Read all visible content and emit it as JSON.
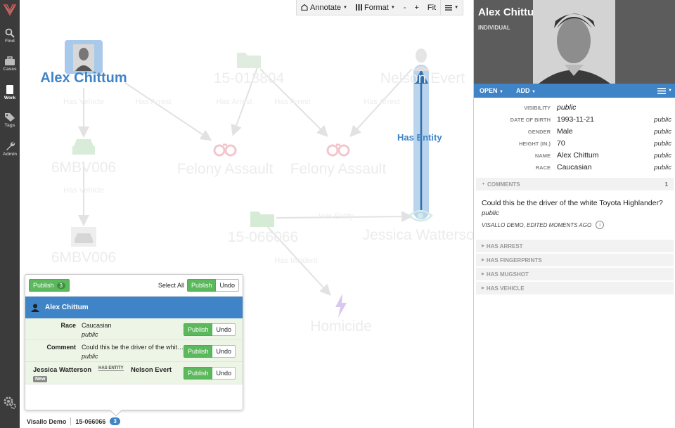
{
  "nav": {
    "items": [
      {
        "label": "Find"
      },
      {
        "label": "Cases"
      },
      {
        "label": "Work"
      },
      {
        "label": "Tags"
      },
      {
        "label": "Admin"
      }
    ]
  },
  "toolbar": {
    "annotate": "Annotate",
    "format": "Format",
    "zoom_out": "-",
    "zoom_in": "+",
    "fit": "Fit"
  },
  "graph": {
    "focus_node": "Alex Chittum",
    "nodes": [
      "15-018804",
      "Nelson Evert",
      "6MBV006",
      "Felony Assault",
      "Felony Assault",
      "6MBV006",
      "15-066066",
      "Jessica Watterson",
      "Homicide"
    ],
    "edge_labels": [
      "Has Vehicle",
      "Has Arrest",
      "Has Arrest",
      "Has Arrest",
      "Has Arrest",
      "Has Vehicle",
      "Has Entity",
      "Has Incident"
    ],
    "selected_edge_label": "Has Entity",
    "colors": {
      "focus": "#3f84c6",
      "faded": "#ececec"
    }
  },
  "publish": {
    "button_label": "Publish",
    "count": "3",
    "select_all": "Select All",
    "publish_label": "Publish",
    "undo_label": "Undo",
    "entity_name": "Alex Chittum",
    "rows": [
      {
        "key": "Race",
        "value": "Caucasian",
        "visibility": "public"
      },
      {
        "key": "Comment",
        "value": "Could this be the driver of the white Toyota Highlander?",
        "visibility": "public"
      }
    ],
    "relation": {
      "source": "Jessica Watterson",
      "label": "HAS ENTITY",
      "target": "Nelson Evert",
      "badge": "New"
    }
  },
  "footer": {
    "user": "Visallo Demo",
    "case": "15-066066",
    "count": "3"
  },
  "inspector": {
    "title": "Alex Chittum",
    "type": "INDIVIDUAL",
    "open_label": "OPEN",
    "add_label": "ADD",
    "properties": [
      {
        "key": "VISIBILITY",
        "value": "public",
        "visibility": ""
      },
      {
        "key": "DATE OF BIRTH",
        "value": "1993-11-21",
        "visibility": "public"
      },
      {
        "key": "GENDER",
        "value": "Male",
        "visibility": "public"
      },
      {
        "key": "HEIGHT (IN.)",
        "value": "70",
        "visibility": "public"
      },
      {
        "key": "NAME",
        "value": "Alex Chittum",
        "visibility": "public"
      },
      {
        "key": "RACE",
        "value": "Caucasian",
        "visibility": "public"
      }
    ],
    "comments": {
      "label": "COMMENTS",
      "count": "1",
      "text": "Could this be the driver of the white Toyota Highlander?",
      "visibility": "public",
      "meta": "VISALLO DEMO,  EDITED MOMENTS AGO"
    },
    "sections": [
      "HAS ARREST",
      "HAS FINGERPRINTS",
      "HAS MUGSHOT",
      "HAS VEHICLE"
    ]
  }
}
